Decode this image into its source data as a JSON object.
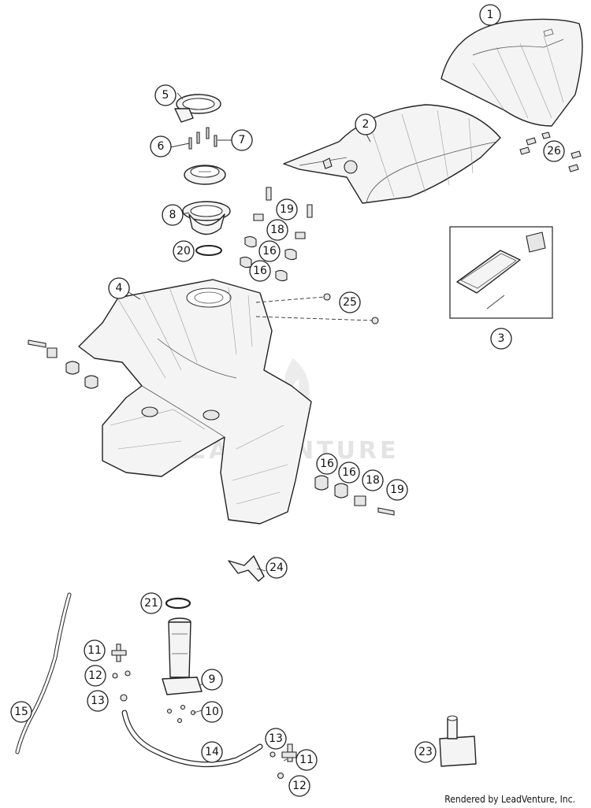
{
  "watermark": "LEADVENTURE",
  "footer": "Rendered by LeadVenture, Inc.",
  "callouts": [
    "1",
    "2",
    "3",
    "4",
    "5",
    "6",
    "7",
    "8",
    "9",
    "10",
    "11",
    "11",
    "12",
    "12",
    "13",
    "13",
    "14",
    "15",
    "16",
    "16",
    "16",
    "16",
    "18",
    "18",
    "19",
    "19",
    "20",
    "21",
    "23",
    "24",
    "25",
    "26"
  ]
}
